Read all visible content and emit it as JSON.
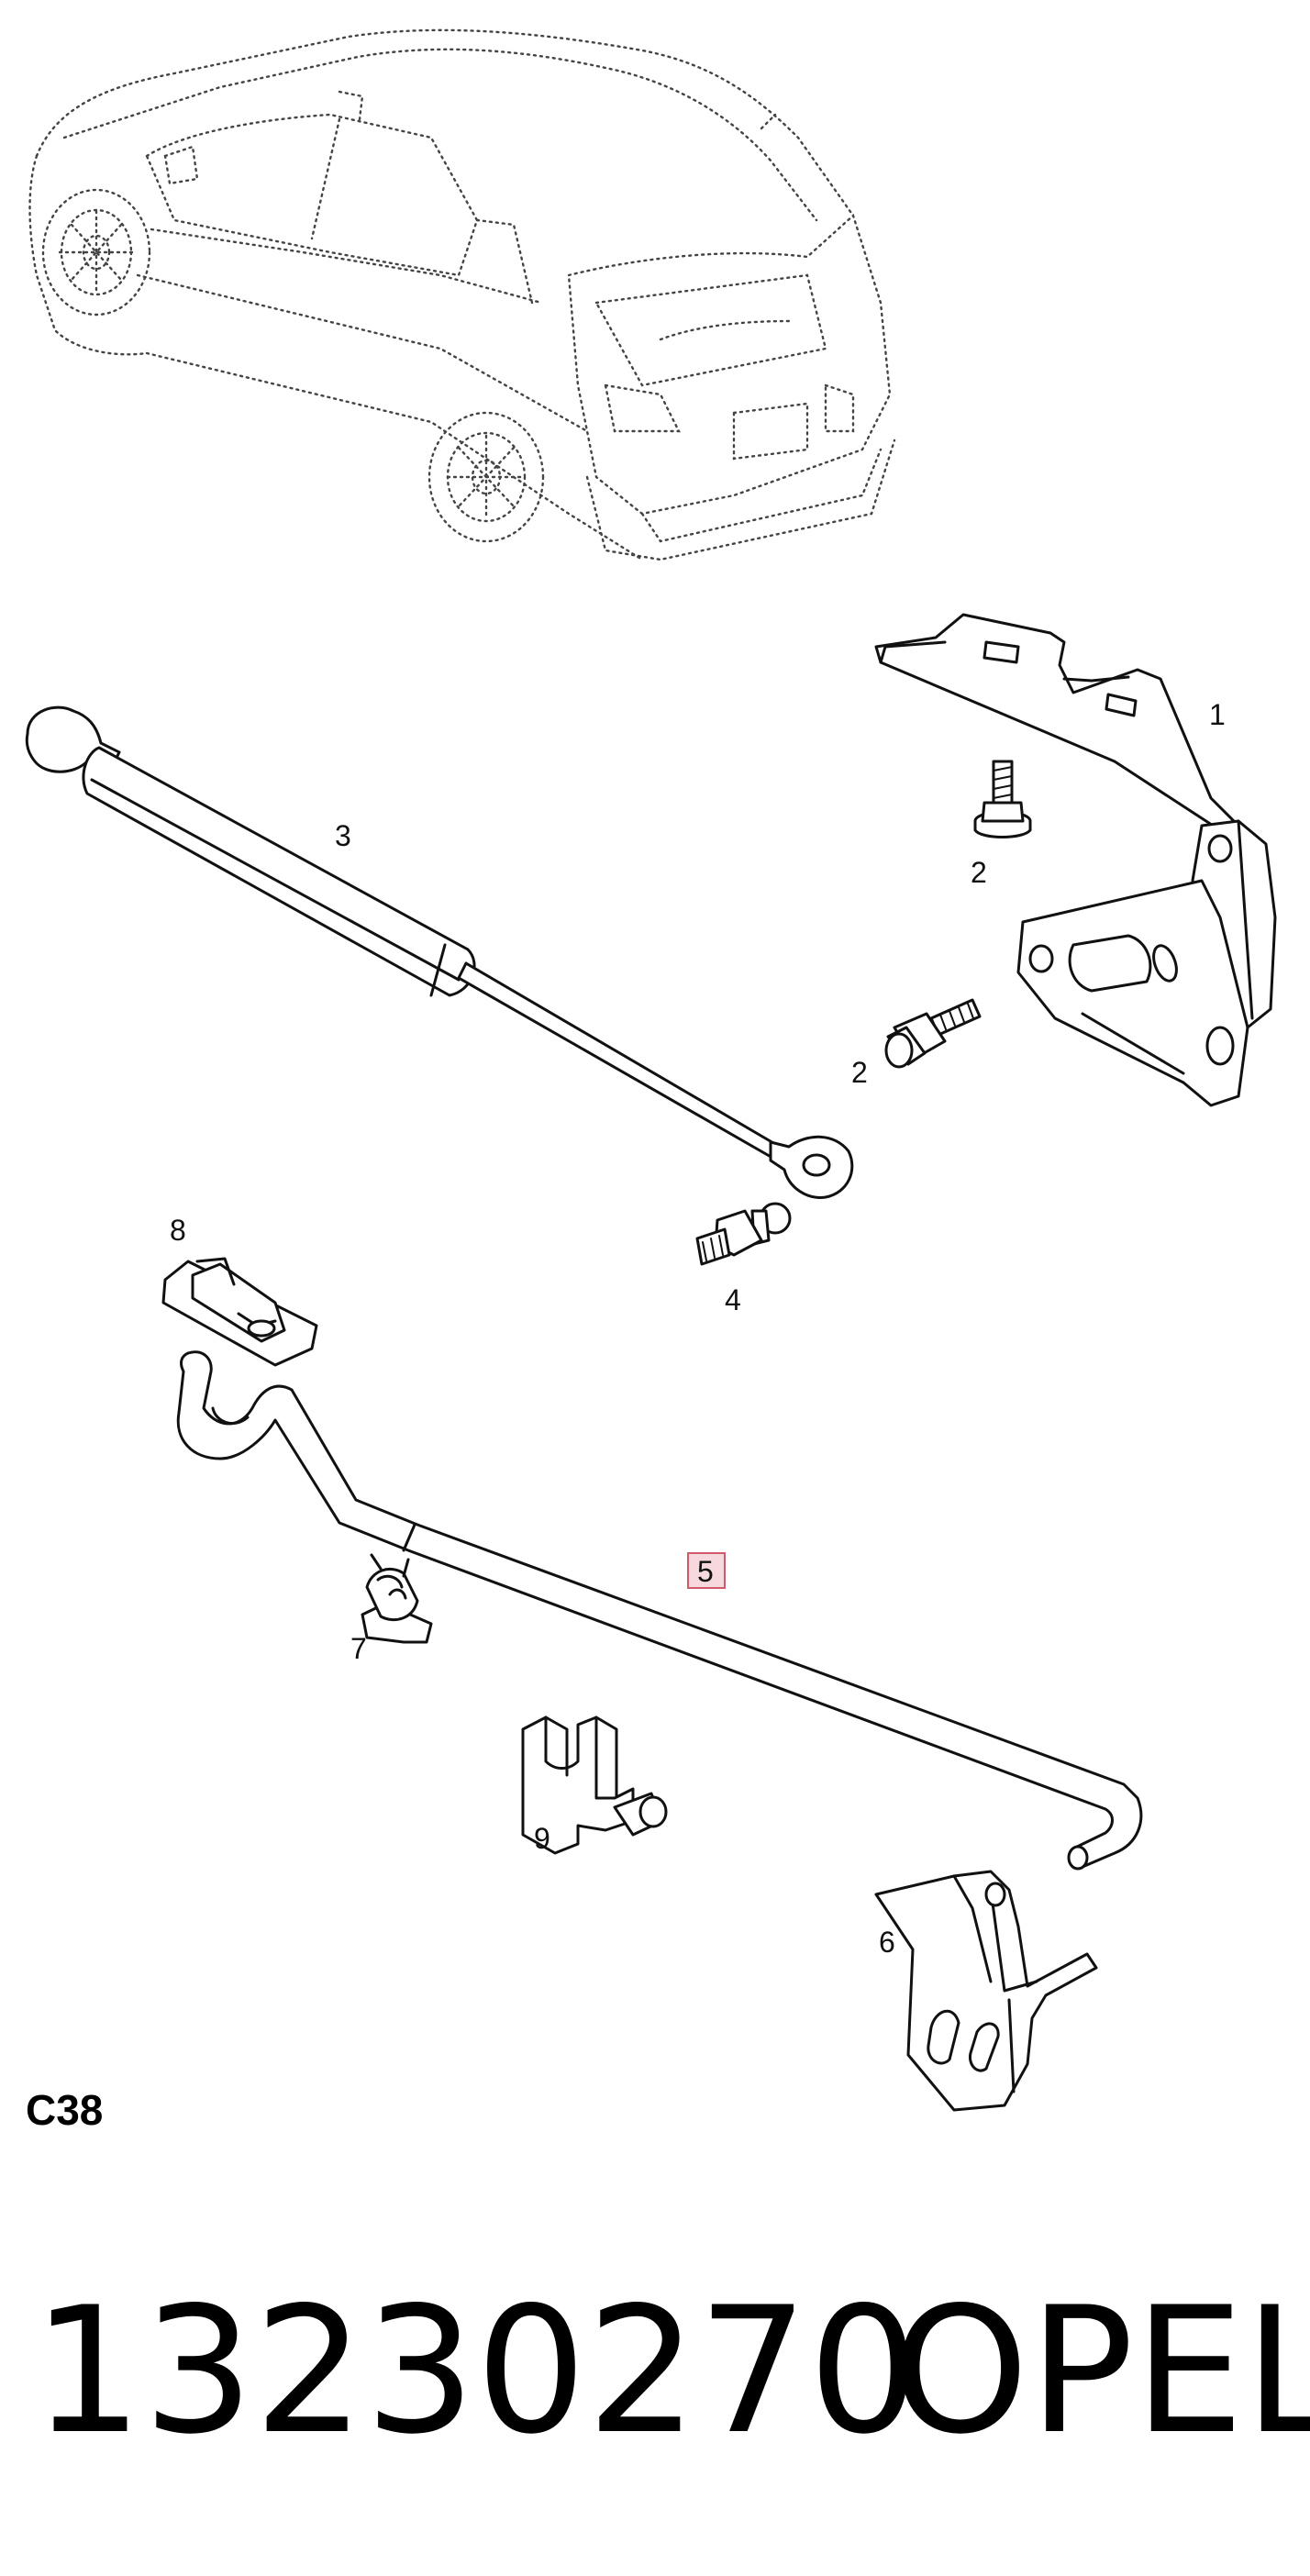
{
  "callouts": {
    "p1": "1",
    "p2a": "2",
    "p2b": "2",
    "p3": "3",
    "p4": "4",
    "p5": "5",
    "p6": "6",
    "p7": "7",
    "p8": "8",
    "p9": "9"
  },
  "section_code": "C38",
  "part_number": "13230270",
  "brand": "OPEL",
  "colors": {
    "highlight_box_fill": "#f7d9dd",
    "highlight_box_stroke": "#d05a6a"
  }
}
